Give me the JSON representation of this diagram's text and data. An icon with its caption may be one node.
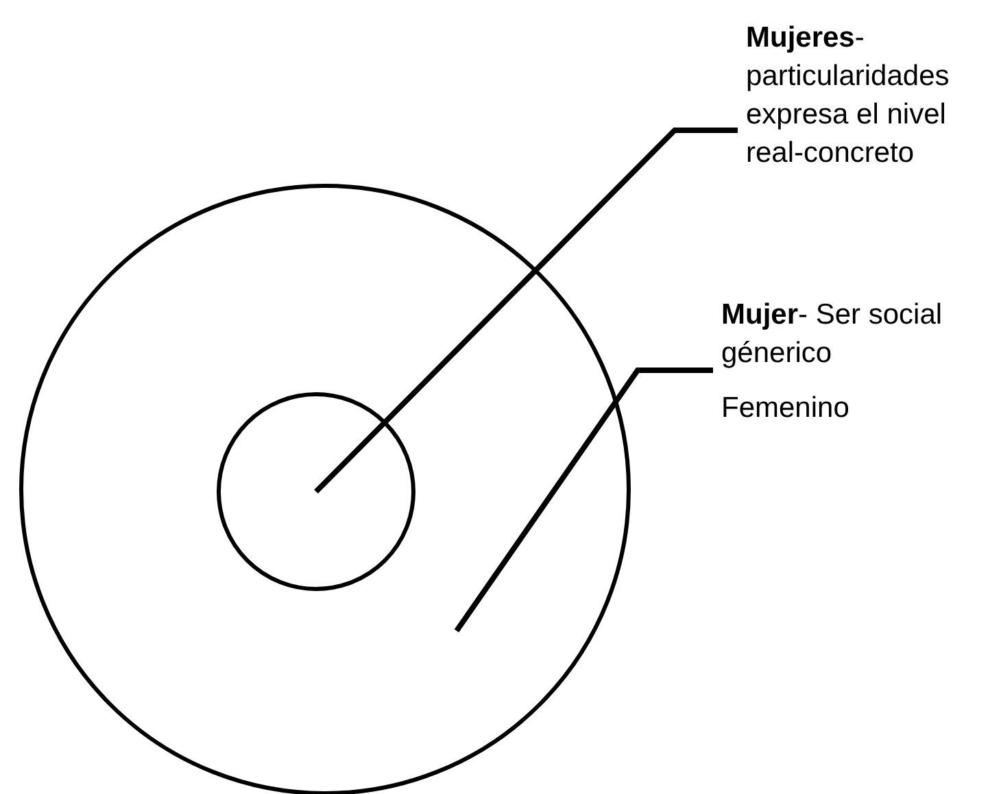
{
  "diagram": {
    "nodes": [
      {
        "text": [],
        "shape": "circle"
      },
      {
        "text": [],
        "shape": "circle",
        "in": 0
      },
      {
        "text": [
          "**Mujeres**-particularidades expresa el nivel real-concreto"
        ]
      },
      {
        "text": [
          "**Mujer**- Ser social génerico",
          "Femenino"
        ]
      }
    ],
    "edges": [
      {
        "from": 2,
        "to": 1,
        "arrow": "none"
      },
      {
        "from": 3,
        "to": 0,
        "arrow": "none"
      }
    ]
  }
}
